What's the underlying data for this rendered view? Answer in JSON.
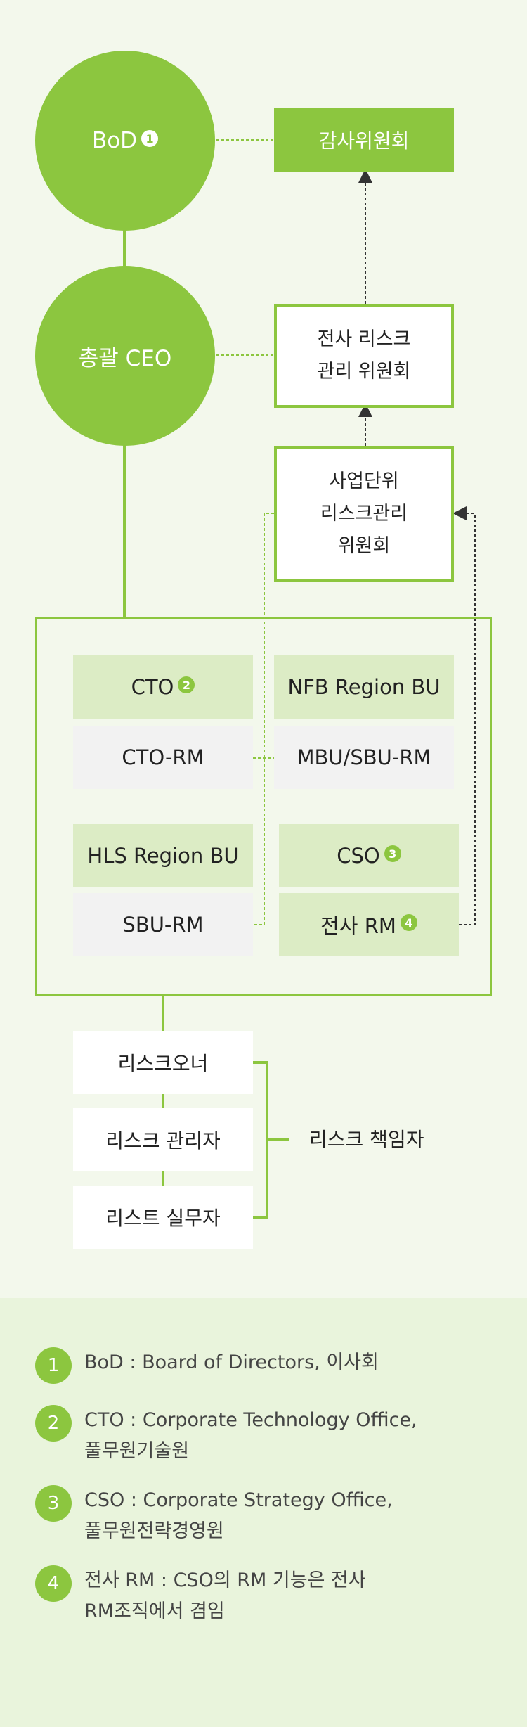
{
  "nodes": {
    "bod": "BoD",
    "bod_badge": "1",
    "ceo": "총괄 CEO",
    "audit": "감사위원회",
    "enterprise_committee": "전사 리스크\n관리 위원회",
    "bu_committee": "사업단위\n리스크관리\n위원회",
    "cto": "CTO",
    "cto_badge": "2",
    "nfb": "NFB Region BU",
    "cto_rm": "CTO-RM",
    "mbu_rm": "MBU/SBU-RM",
    "hls": "HLS Region BU",
    "cso": "CSO",
    "cso_badge": "3",
    "sbu_rm": "SBU-RM",
    "ent_rm": "전사 RM",
    "ent_rm_badge": "4",
    "risk_owner": "리스크오너",
    "risk_manager": "리스크 관리자",
    "risk_staff": "리스트 실무자",
    "risk_responsible": "리스크 책임자"
  },
  "legend": [
    {
      "num": "1",
      "text": "BoD : Board of Directors, 이사회"
    },
    {
      "num": "2",
      "text": "CTO : Corporate Technology Office,\n풀무원기술원"
    },
    {
      "num": "3",
      "text": "CSO : Corporate Strategy Office,\n풀무원전략경영원"
    },
    {
      "num": "4",
      "text": "전사 RM : CSO의 RM 기능은 전사\nRM조직에서 겸임"
    }
  ],
  "colors": {
    "accent": "#8cc63f",
    "light_green": "#dcecc5",
    "gray": "#f2f2f2",
    "background": "#f3f8ec",
    "legend_bg": "#e9f4dc"
  }
}
